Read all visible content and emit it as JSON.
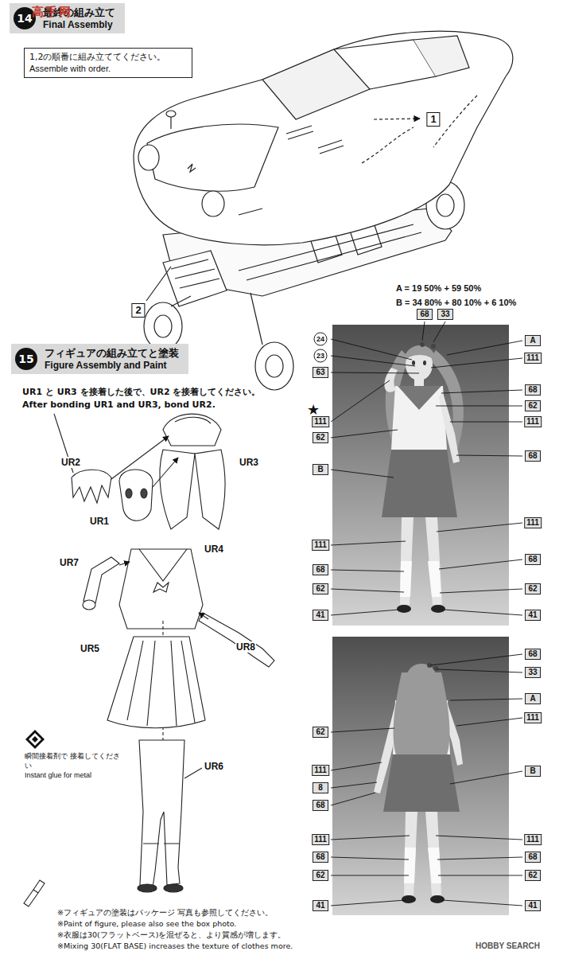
{
  "diagram": {
    "nodes": [
      {
        "text": [
          "14",
          "最終の組み立て",
          "Final Assembly"
        ]
      },
      {
        "text": [
          "1,2の順番に組み立ててください。",
          "Assemble with order."
        ]
      },
      {
        "text": [
          "15",
          "フィギュアの組み立てと塗装",
          "Figure Assembly and Paint"
        ]
      },
      {
        "text": [
          "瞬間接着剤で 接着してください",
          "Instant glue for metal"
        ]
      }
    ],
    "labels": [
      "高手网",
      "1",
      "2",
      "UR1 と UR3 を接着した後で、UR2 を接着してください。",
      "After bonding UR1 and UR3, bond UR2.",
      "UR2",
      "UR3",
      "UR1",
      "UR4",
      "UR7",
      "UR8",
      "UR5",
      "UR6",
      "※フィギュアの塗装はパッケージ 写真も参照してください。",
      "※Paint of figure, please also see the box photo.",
      "※衣服は30(フラットベース)を混ぜると、より質感が増します。",
      "※Mixing 30(FLAT BASE) increases the texture of clothes more.",
      "A = 19 50% + 59 50%",
      "B = 34 80% + 80 10% + 6 10%",
      "★",
      "68",
      "33",
      "A",
      "111",
      "68",
      "62",
      "111",
      "68",
      "111",
      "68",
      "62",
      "41",
      "24",
      "23",
      "63",
      "111",
      "62",
      "B",
      "111",
      "68",
      "62",
      "41",
      "68",
      "33",
      "A",
      "111",
      "B",
      "111",
      "68",
      "62",
      "41",
      "62",
      "111",
      "8",
      "68",
      "111",
      "68",
      "62",
      "41",
      "HOBBY SEARCH"
    ]
  }
}
